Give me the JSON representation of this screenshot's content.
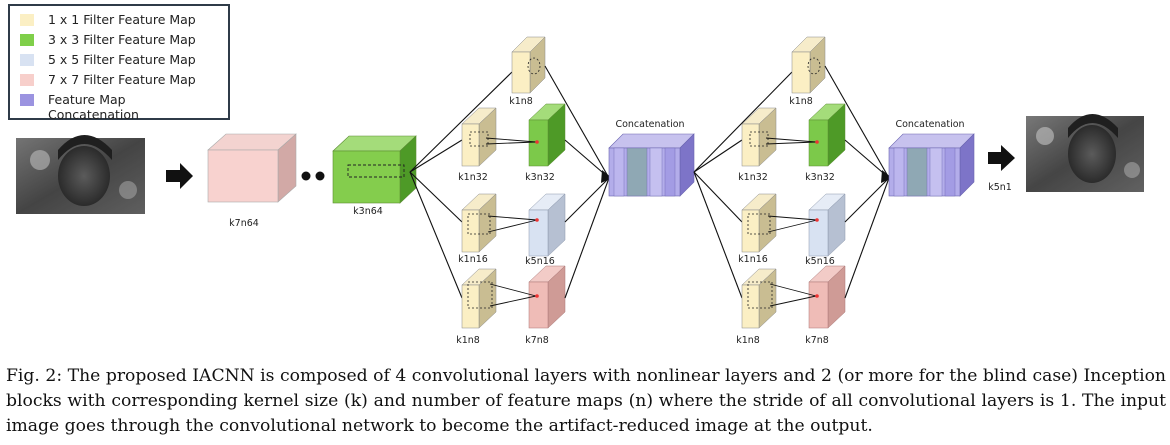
{
  "legend": [
    {
      "label": "1 x 1 Filter Feature Map",
      "color": "#fbefc4"
    },
    {
      "label": "3 x 3 Filter Feature Map",
      "color": "#7fcf4a"
    },
    {
      "label": "5 x 5 Filter Feature Map",
      "color": "#d8e2f2"
    },
    {
      "label": "7 x 7 Filter Feature Map",
      "color": "#f7cfcb"
    },
    {
      "label": "Feature Map Concatenation",
      "color": "#9b93e0"
    }
  ],
  "layers": {
    "k7n64": "k7n64",
    "k3n64": "k3n64",
    "k5n1": "k5n1"
  },
  "inception": {
    "branch_top": "k1n8",
    "branch3_reduce": "k1n32",
    "branch3": "k3n32",
    "branch5_reduce": "k1n16",
    "branch5": "k5n16",
    "branch7_reduce": "k1n8",
    "branch7": "k7n8",
    "concat": "Concatenation"
  },
  "caption": "Fig. 2: The proposed IACNN is composed of 4 convolutional layers with nonlinear layers and 2 (or more for the blind case) Inception blocks with corresponding kernel size (k) and number of feature maps (n) where the stride of all convolutional layers is 1. The input image goes through the convolutional network to become the artifact-reduced image at the output."
}
